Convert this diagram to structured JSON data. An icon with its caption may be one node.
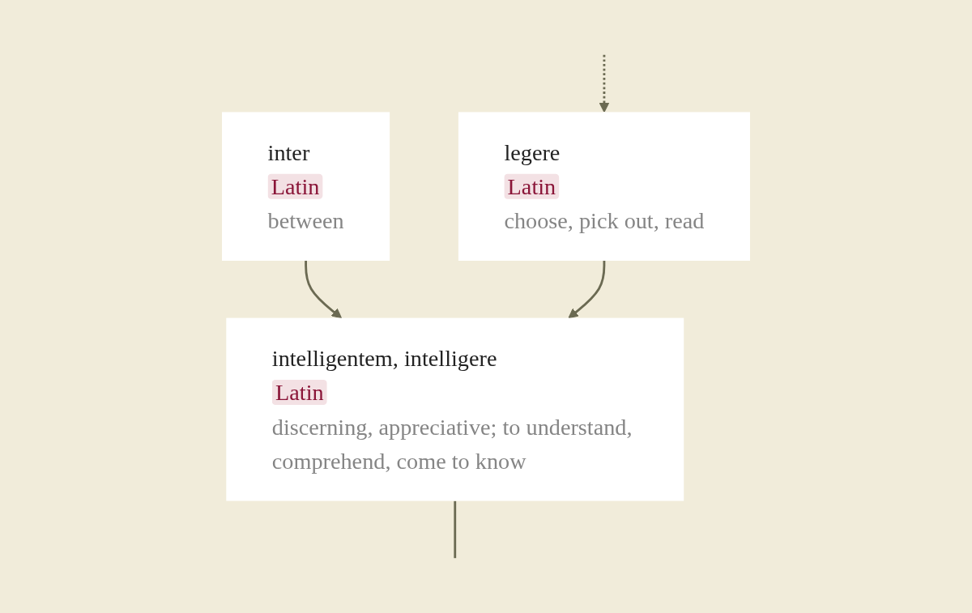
{
  "diagram": {
    "nodes": [
      {
        "text": [
          "inter",
          "Latin",
          "between"
        ]
      },
      {
        "text": [
          "legere",
          "Latin",
          "choose, pick out, read"
        ]
      },
      {
        "text": [
          "intelligentem, intelligere",
          "Latin",
          "discerning, appreciative; to understand, comprehend, come to know"
        ]
      }
    ],
    "edges": [
      {
        "from": null,
        "to": 1,
        "arrow": "to",
        "style": "dashed"
      },
      {
        "from": 0,
        "to": 2,
        "arrow": "to"
      },
      {
        "from": 1,
        "to": 2,
        "arrow": "to"
      },
      {
        "from": 2,
        "to": null,
        "arrow": "none"
      }
    ]
  }
}
